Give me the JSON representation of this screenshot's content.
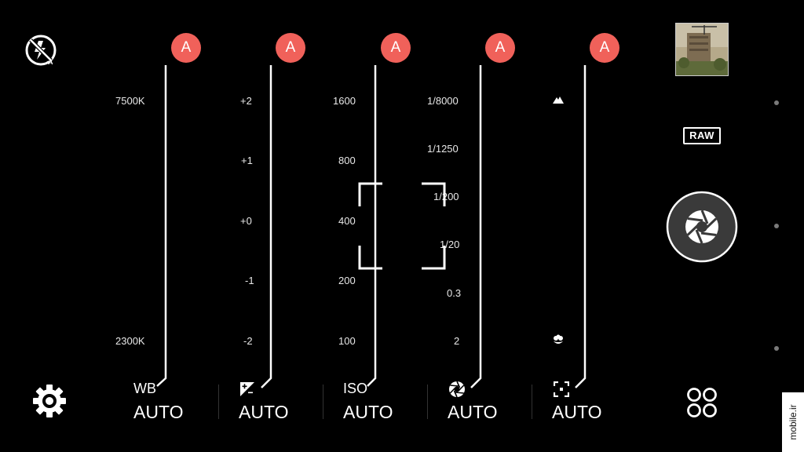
{
  "top_left": {
    "flash_icon": "flash-auto-icon"
  },
  "badges": {
    "auto_letter": "A"
  },
  "wb": {
    "ticks": [
      "7500K",
      "2300K"
    ],
    "label": "WB",
    "value": "AUTO"
  },
  "exposure": {
    "ticks": [
      "+2",
      "+1",
      "+0",
      "-1",
      "-2"
    ],
    "icon": "exposure-compensation-icon",
    "value": "AUTO"
  },
  "iso": {
    "ticks": [
      "1600",
      "800",
      "400",
      "200",
      "100"
    ],
    "label": "ISO",
    "value": "AUTO"
  },
  "shutter": {
    "ticks": [
      "1/8000",
      "1/1250",
      "1/200",
      "1/20",
      "0.3",
      "2"
    ],
    "icon": "aperture-icon",
    "value": "AUTO"
  },
  "focus": {
    "icon": "focus-frame-icon",
    "far_icon": "mountain-icon",
    "near_icon": "flower-icon",
    "value": "AUTO"
  },
  "right_panel": {
    "raw_label": "RAW",
    "shutter_icon": "shutter-aperture-icon",
    "modes_icon": "mode-grid-icon",
    "thumbnail_icon": "gallery-thumbnail"
  },
  "watermark": "mobile.ir",
  "colors": {
    "accent": "#f0615a",
    "background": "#000000"
  }
}
